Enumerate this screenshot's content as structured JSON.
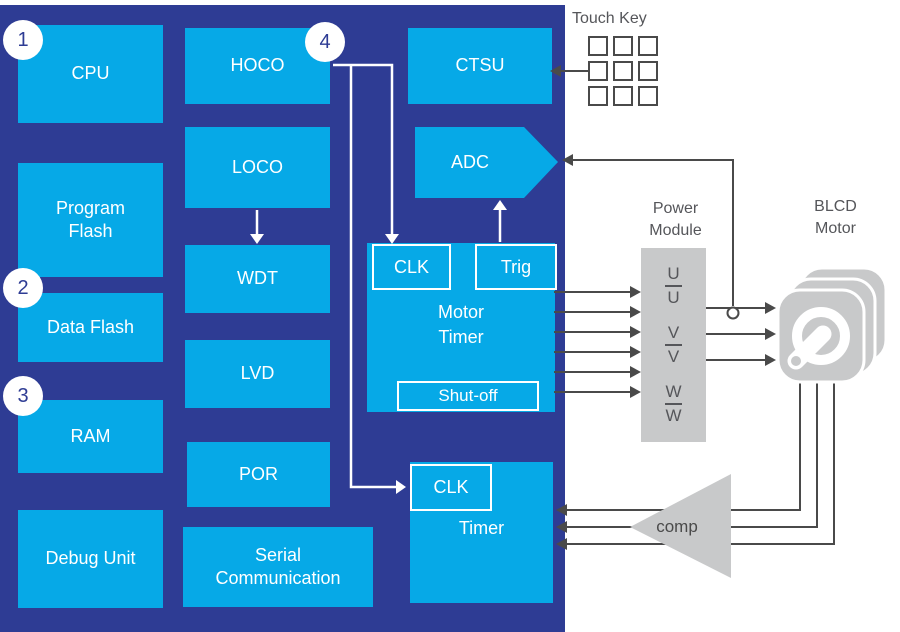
{
  "colors": {
    "panel_navy": "#2E3C94",
    "block_blue": "#06A9E7",
    "line_dark": "#4A4A4A",
    "gray_fill": "#C8C9CA",
    "gray_text": "#55565A",
    "white": "#FFFFFF"
  },
  "badges": [
    {
      "label": "1"
    },
    {
      "label": "2"
    },
    {
      "label": "3"
    },
    {
      "label": "4"
    }
  ],
  "blocks": {
    "cpu": {
      "label": "CPU"
    },
    "program_flash": {
      "line1": "Program",
      "line2": "Flash"
    },
    "data_flash": {
      "label": "Data Flash"
    },
    "ram": {
      "label": "RAM"
    },
    "debug_unit": {
      "label": "Debug Unit"
    },
    "hoco": {
      "label": "HOCO"
    },
    "loco": {
      "label": "LOCO"
    },
    "wdt": {
      "label": "WDT"
    },
    "lvd": {
      "label": "LVD"
    },
    "por": {
      "label": "POR"
    },
    "serial": {
      "line1": "Serial",
      "line2": "Communication"
    },
    "ctsu": {
      "label": "CTSU"
    },
    "adc": {
      "label": "ADC"
    },
    "motor_timer": {
      "line1": "Motor",
      "line2": "Timer",
      "clk": "CLK",
      "trig": "Trig",
      "shutoff": "Shut-off"
    },
    "timer": {
      "label": "Timer",
      "clk": "CLK"
    }
  },
  "external": {
    "touch_key": {
      "label": "Touch Key"
    },
    "power_module": {
      "line1": "Power",
      "line2": "Module",
      "phases": [
        {
          "top": "U",
          "bottom": "U"
        },
        {
          "top": "V",
          "bottom": "V"
        },
        {
          "top": "W",
          "bottom": "W"
        }
      ]
    },
    "motor": {
      "line1": "BLCD",
      "line2": "Motor"
    },
    "comparator": {
      "label": "comp"
    }
  }
}
